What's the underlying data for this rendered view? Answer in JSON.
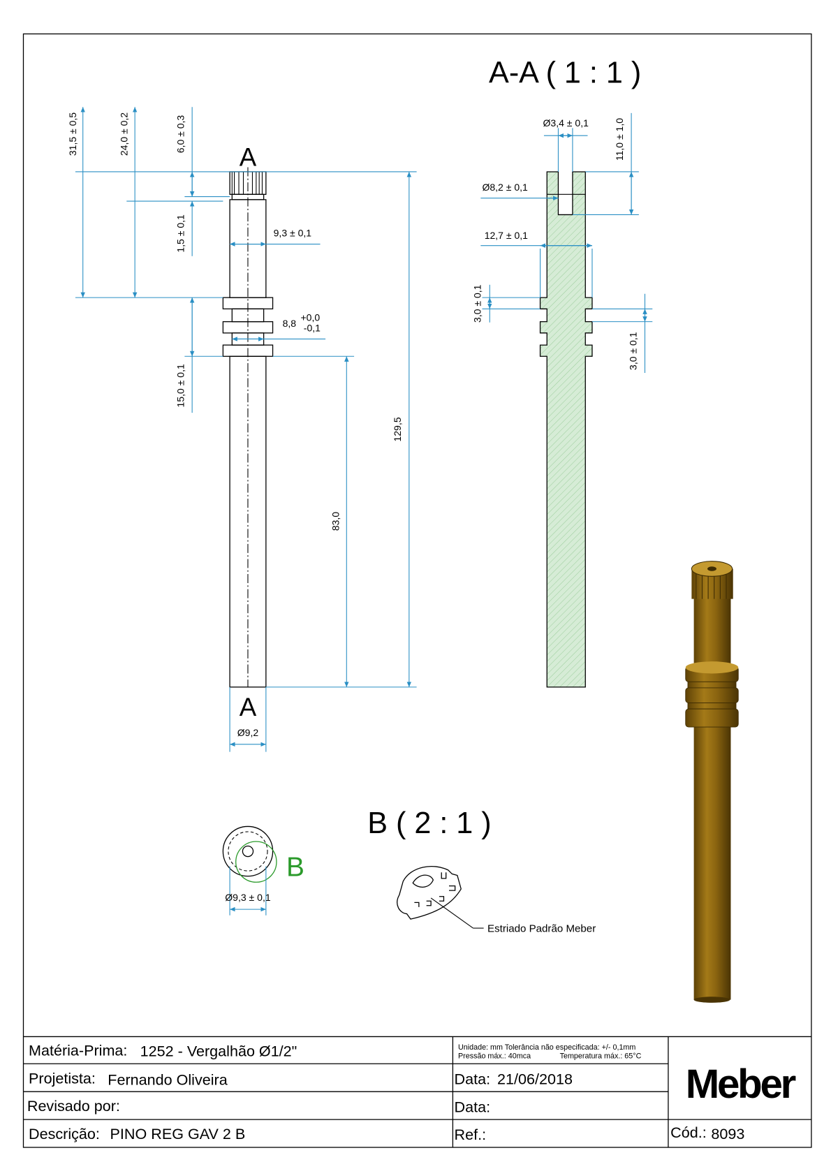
{
  "views": {
    "section_title": "A-A ( 1 : 1 )",
    "detail_title": "B ( 2 : 1 )",
    "section_marker": "A",
    "detail_marker": "B",
    "detail_note": "Estriado Padrão Meber"
  },
  "dimensions": {
    "d1": "31,5 ± 0,5",
    "d2": "24,0 ± 0,2",
    "d3": "6,0 ± 0,3",
    "d4": "1,5 ± 0,1",
    "d5": "9,3 ± 0,1",
    "d6_main": "8,8",
    "d6_upper": "+0,0",
    "d6_lower": "-0,1",
    "d7": "15,0 ± 0,1",
    "d8": "129,5",
    "d9": "83,0",
    "d10": "Ø9,2",
    "s1": "Ø3,4 ± 0,1",
    "s2": "11,0 ± 1,0",
    "s3": "Ø8,2 ± 0,1",
    "s4": "12,7 ± 0,1",
    "s5": "3,0 ± 0,1",
    "s6": "3,0 ± 0,1",
    "e1": "Ø9,3 ± 0,1"
  },
  "title_block": {
    "material_label": "Matéria-Prima:",
    "material": "1252 - Vergalhão Ø1/2\"",
    "designer_label": "Projetista:",
    "designer": "Fernando Oliveira",
    "reviewer_label": "Revisado por:",
    "description_label": "Descrição:",
    "description": "PINO REG GAV 2 B",
    "notes_line1": "Unidade: mm Tolerância não especificada: +/- 0,1mm",
    "notes_line2a": "Pressão máx.: 40mca",
    "notes_line2b": "Temperatura máx.: 65°C",
    "date_label": "Data:",
    "date": "21/06/2018",
    "date2_label": "Data:",
    "ref_label": "Ref.:",
    "logo": "Meber",
    "code_label": "Cód.:",
    "code": "8093"
  },
  "colors": {
    "dimension": "#2a8fc4",
    "hatch": "#cfe8cf",
    "detail": "#2a9a2a",
    "brass": "#9a6e12"
  }
}
